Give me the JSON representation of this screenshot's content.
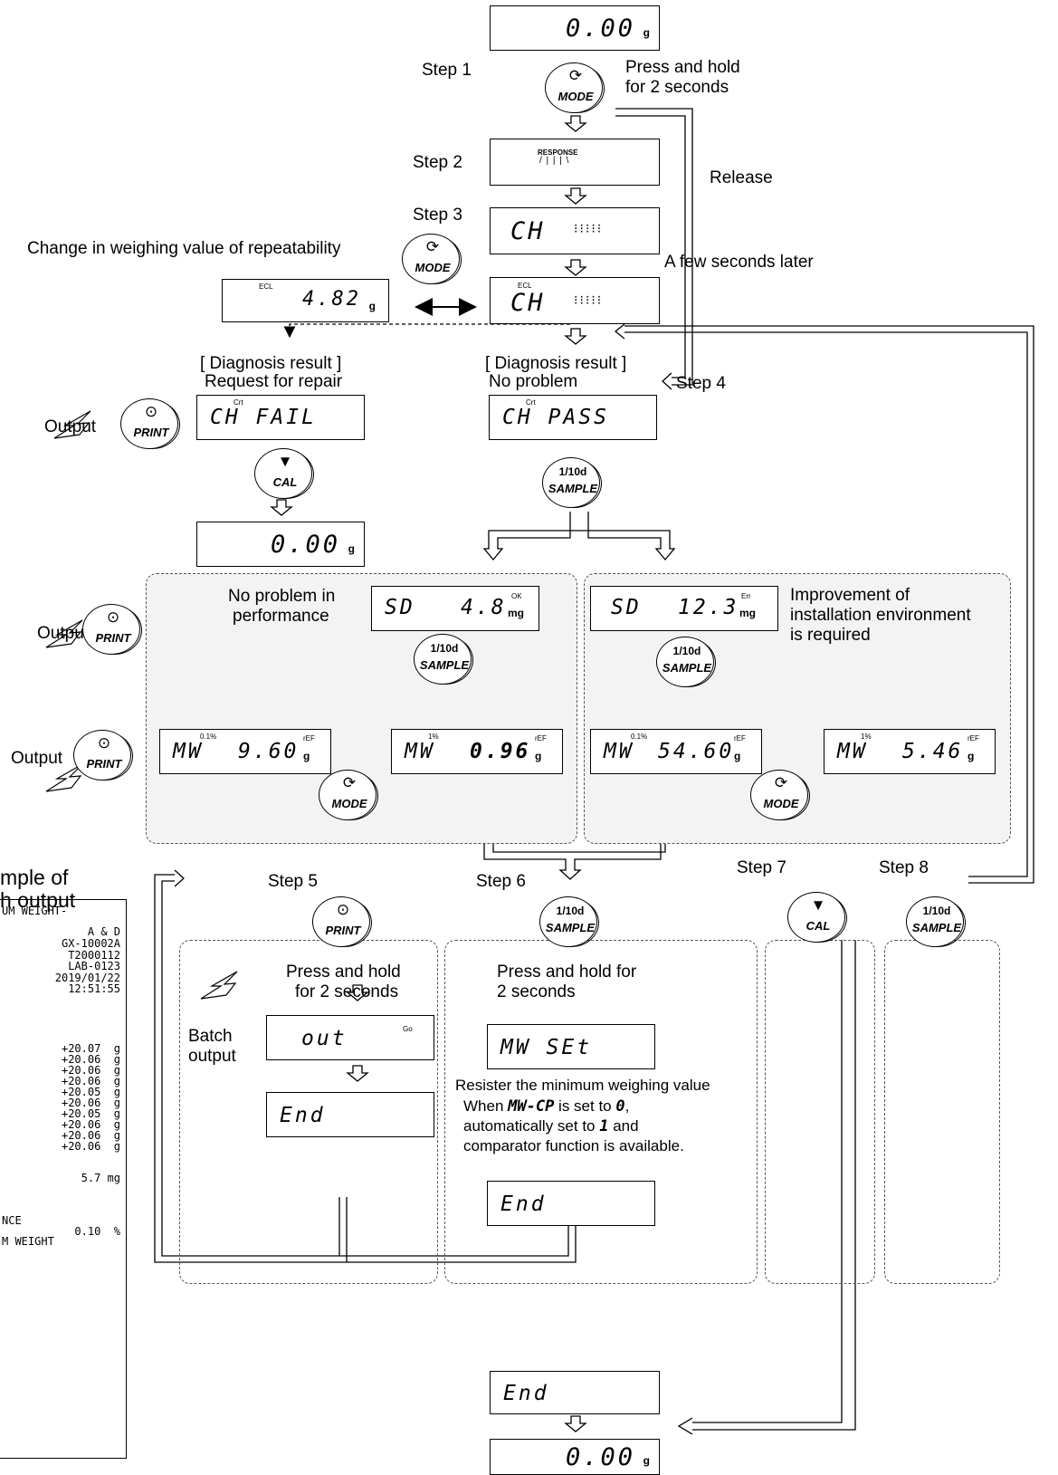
{
  "labels": {
    "step1": "Step 1",
    "step2": "Step 2",
    "step3": "Step 3",
    "step4": "Step 4",
    "step5": "Step 5",
    "step6": "Step 6",
    "step7": "Step 7",
    "step8": "Step 8",
    "press_hold_2s_a": "Press and hold",
    "press_hold_2s_b": "for 2 seconds",
    "release": "Release",
    "few_seconds_later": "A few seconds later",
    "change_repeatability": "Change in weighing value of repeatability",
    "diag_fail_title": "[ Diagnosis result ]",
    "diag_fail_sub": "Request for repair",
    "diag_pass_title": "[ Diagnosis result ]",
    "diag_pass_sub": "No problem",
    "output": "Output",
    "no_problem_perf_a": "No problem in",
    "no_problem_perf_b": "performance",
    "improve_a": "Improvement of",
    "improve_b": "installation environment",
    "improve_c": "is required",
    "example_a": "mple of",
    "example_b": "h output",
    "step5_press_a": "Press and hold",
    "step5_press_b": "for 2 seconds",
    "batch_a": "Batch",
    "batch_b": "output",
    "step6_press_a": "Press and hold for",
    "step6_press_b": "2 seconds",
    "register": "Resister the minimum weighing value",
    "when_pre": "When ",
    "when_code": "MW-CP",
    "when_mid": " is set to ",
    "when_val": "0",
    "when_post": ",",
    "auto_pre": "automatically set to ",
    "auto_val": "1",
    "auto_post": " and",
    "comparator": "comparator function is available."
  },
  "buttons": {
    "mode": "MODE",
    "print": "PRINT",
    "cal": "CAL",
    "sample_top": "1/10d",
    "sample": "SAMPLE"
  },
  "displays": {
    "zero_top": "0.00",
    "unit_g": "g",
    "response": "RESPONSE",
    "ch": "CH",
    "ecl": "ECL",
    "value_482": "4.82",
    "crt": "Crt",
    "fail": "CH FAIL",
    "pass": "CH PASS",
    "zero_left": "0.00",
    "sd_ok_label": "SD",
    "sd_ok_value": "4.8",
    "ok": "OK",
    "sd_err_label": "SD",
    "sd_err_value": "12.3",
    "err": "Err",
    "unit_mg": "mg",
    "pct01": "0.1%",
    "pct1": "1%",
    "ref": "rEF",
    "mw": "MW",
    "mw_960": "9.60",
    "mw_096": "0.96",
    "mw_5460": "54.60",
    "mw_546": "5.46",
    "out": "out",
    "go": "Go",
    "end": "End",
    "mw_set": "MW SEt",
    "zero_bottom": "0.00"
  },
  "receipt": {
    "header": "UM WEIGHT-",
    "lines": [
      "A & D",
      "GX-10002A",
      "T2000112",
      "LAB-0123",
      "2019/01/22",
      "12:51:55"
    ],
    "values": [
      "+20.07  g",
      "+20.06  g",
      "+20.06  g",
      "+20.06  g",
      "+20.05  g",
      "+20.06  g",
      "+20.05  g",
      "+20.06  g",
      "+20.06  g",
      "+20.06  g"
    ],
    "sd": "5.7 mg",
    "nce": "NCE",
    "tol": "0.10  %",
    "minw": "M WEIGHT"
  }
}
